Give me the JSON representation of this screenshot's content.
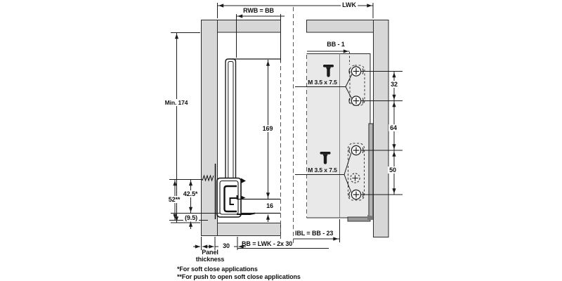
{
  "diagram": {
    "dims": {
      "lwk": "LWK",
      "rwb_bb": "RWB = BB",
      "bb_minus_1": "BB - 1",
      "min_height": "Min. 174",
      "side_height": "169",
      "bottom_thickness": "16",
      "gap_total": "52**",
      "gap_soft_close": "42.5*",
      "gap_bottom": "(9.5)",
      "screw_spec_top": "M 3.5 x 7.5",
      "screw_spec_bottom": "M 3.5 x 7.5",
      "hole_spacing_32": "32",
      "hole_spacing_64": "64",
      "hole_spacing_50": "50",
      "offset_30": "30",
      "bb_formula": "BB = LWK - 2x 30",
      "ibl_formula": "IBL = BB - 23",
      "panel_thickness_line1": "Panel",
      "panel_thickness_line2": "thickness"
    },
    "footnotes": {
      "soft_close": "*For soft close applications",
      "push_open": "**For push to open soft close applications"
    },
    "icons": {
      "screw_side_top": "flat-head-screw-icon",
      "screw_side_bottom": "flat-head-screw-icon"
    },
    "colors": {
      "panel_gray": "#d7d7d7",
      "rear_panel_gray": "#e9e9e9",
      "rail_gray": "#b3b3b3",
      "line": "#1c1c1c"
    }
  }
}
